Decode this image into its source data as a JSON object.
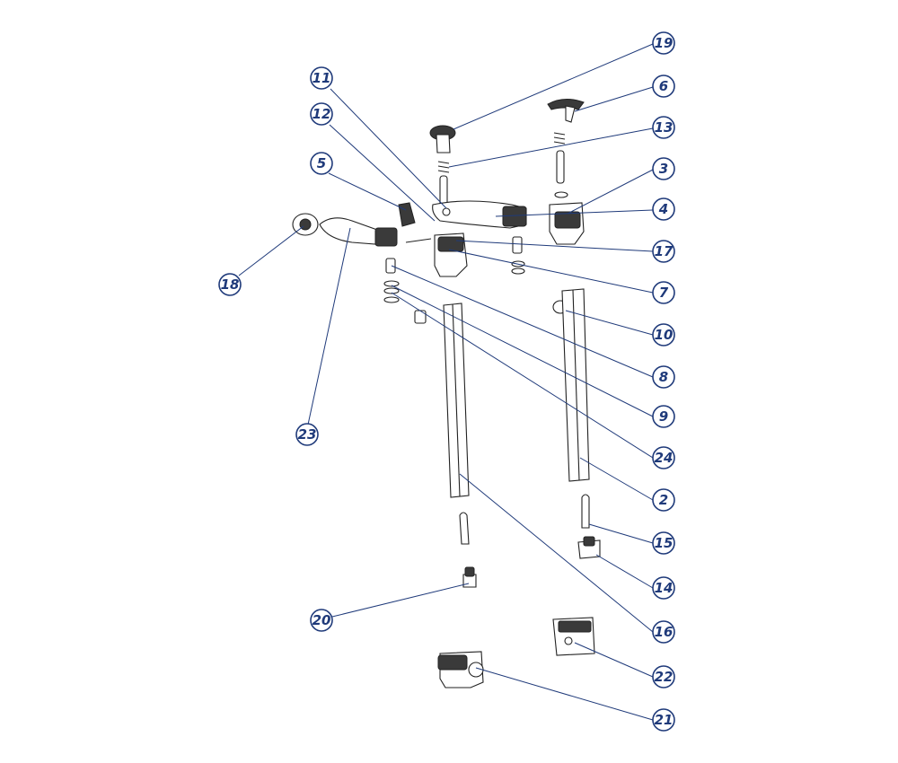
{
  "callouts": [
    {
      "id": "c1",
      "label": "19"
    },
    {
      "id": "c2",
      "label": "6"
    },
    {
      "id": "c3",
      "label": "13"
    },
    {
      "id": "c4",
      "label": "3"
    },
    {
      "id": "c5",
      "label": "4"
    },
    {
      "id": "c6",
      "label": "17"
    },
    {
      "id": "c7",
      "label": "7"
    },
    {
      "id": "c8",
      "label": "10"
    },
    {
      "id": "c9",
      "label": "8"
    },
    {
      "id": "c10",
      "label": "9"
    },
    {
      "id": "c11",
      "label": "24"
    },
    {
      "id": "c12",
      "label": "2"
    },
    {
      "id": "c13",
      "label": "15"
    },
    {
      "id": "c14",
      "label": "14"
    },
    {
      "id": "c15",
      "label": "16"
    },
    {
      "id": "c16",
      "label": "22"
    },
    {
      "id": "c17",
      "label": "21"
    },
    {
      "id": "c18",
      "label": "11"
    },
    {
      "id": "c19",
      "label": "12"
    },
    {
      "id": "c20",
      "label": "5"
    },
    {
      "id": "c21",
      "label": "18"
    },
    {
      "id": "c22",
      "label": "23"
    },
    {
      "id": "c23",
      "label": "20"
    }
  ],
  "colors": {
    "callout": "#1f3a7a",
    "line_art": "#222222"
  }
}
